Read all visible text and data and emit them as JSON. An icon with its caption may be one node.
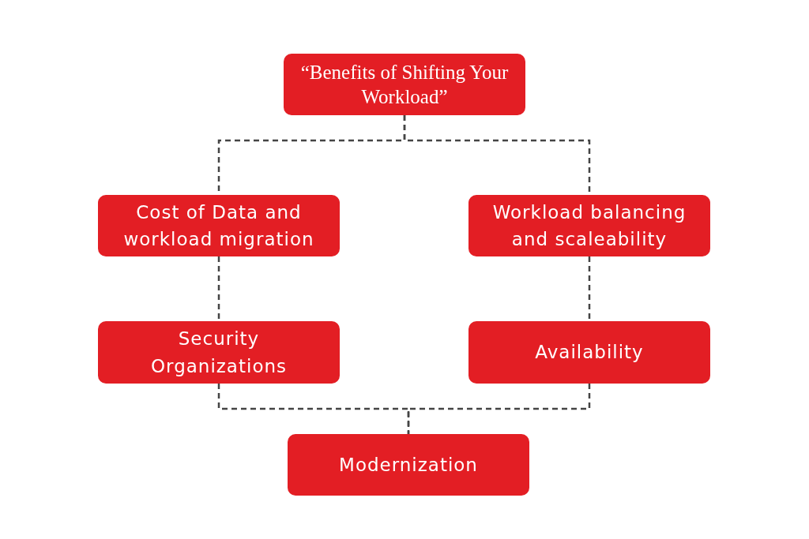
{
  "diagram": {
    "nodes": [
      {
        "text": [
          "“Benefits of Shifting Your Workload”"
        ]
      },
      {
        "text": [
          "Cost of Data and workload migration"
        ]
      },
      {
        "text": [
          "Workload balancing and scaleability"
        ]
      },
      {
        "text": [
          "Security Organizations"
        ]
      },
      {
        "text": [
          "Availability"
        ]
      },
      {
        "text": [
          "Modernization"
        ]
      }
    ],
    "edges": [
      {
        "from": 0,
        "to": 1,
        "arrow": "none",
        "style": "dashed"
      },
      {
        "from": 0,
        "to": 2,
        "arrow": "none",
        "style": "dashed"
      },
      {
        "from": 1,
        "to": 3,
        "arrow": "none",
        "style": "dashed"
      },
      {
        "from": 2,
        "to": 4,
        "arrow": "none",
        "style": "dashed"
      },
      {
        "from": 3,
        "to": 5,
        "arrow": "none",
        "style": "dashed"
      },
      {
        "from": 4,
        "to": 5,
        "arrow": "none",
        "style": "dashed"
      }
    ]
  }
}
